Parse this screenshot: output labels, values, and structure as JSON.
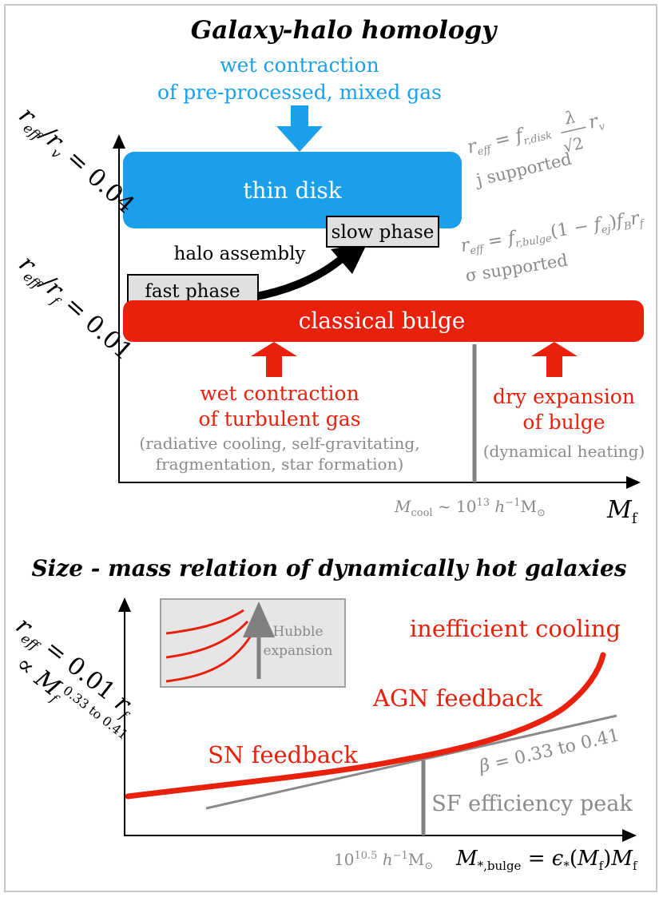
{
  "top_panel": {
    "title": "Galaxy-halo homology",
    "wet_contraction_top": [
      "wet contraction",
      "of pre-processed, mixed gas"
    ],
    "thin_disk_label": "thin disk",
    "slow_phase_label": "slow phase",
    "fast_phase_label": "fast phase",
    "halo_assembly_label": "halo assembly",
    "classical_bulge_label": "classical bulge",
    "y_label_top": "r_eff/r_v = 0.04",
    "y_label_bottom": "r_eff/r_f = 0.01",
    "disk_equation_line2": "j supported",
    "bulge_equation_line2": "σ supported",
    "wet_contraction_bottom": [
      "wet contraction",
      "of turbulent gas"
    ],
    "wet_contraction_notes": [
      "(radiative cooling, self-gravitating,",
      "fragmentation, star formation)"
    ],
    "dry_expansion": [
      "dry expansion",
      "of bulge"
    ],
    "dry_expansion_note": "(dynamical heating)",
    "x_label": "M_f",
    "mcool_label": "M_cool ~ 10^13 h^-1 M_⊙"
  },
  "bottom_panel": {
    "title": "Size - mass relation of dynamically hot galaxies",
    "inset_label": [
      "Hubble",
      "expansion"
    ],
    "inefficient_cooling": "inefficient cooling",
    "agn_feedback": "AGN feedback",
    "sn_feedback": "SN feedback",
    "beta_label": "β = 0.33 to 0.41",
    "sf_peak": "SF efficiency peak",
    "mass_peak_label": "10^10.5 h^-1 M_⊙",
    "y_label_line1": "r_eff = 0.01 r_f",
    "y_label_line2": "∝ M_f^0.33 to 0.41",
    "x_label": "M_*,bulge = ε_*(M_f) M_f"
  },
  "colors": {
    "disk_blue": "#1aa0ea",
    "bulge_red": "#e8200c",
    "gray_text": "#8a8a8a",
    "black": "#000000"
  }
}
